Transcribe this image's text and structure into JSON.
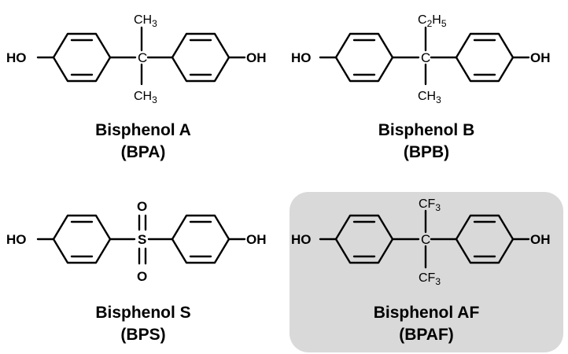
{
  "compounds": [
    {
      "id": "bpa",
      "name": "Bisphenol A",
      "abbr": "(BPA)",
      "center": "C",
      "left_group": "HO",
      "right_group": "OH",
      "top_sub": "CH",
      "top_sub_num": "3",
      "bottom_sub": "CH",
      "bottom_sub_num": "3",
      "highlighted": false
    },
    {
      "id": "bpb",
      "name": "Bisphenol B",
      "abbr": "(BPB)",
      "center": "C",
      "left_group": "HO",
      "right_group": "OH",
      "top_sub": "C",
      "top_sub_num": "2",
      "top_sub_tail": "H",
      "top_sub_num2": "5",
      "bottom_sub": "CH",
      "bottom_sub_num": "3",
      "highlighted": false
    },
    {
      "id": "bps",
      "name": "Bisphenol S",
      "abbr": "(BPS)",
      "center": "S",
      "left_group": "HO",
      "right_group": "OH",
      "top_sub": "O",
      "bottom_sub": "O",
      "highlighted": false
    },
    {
      "id": "bpaf",
      "name": "Bisphenol AF",
      "abbr": "(BPAF)",
      "center": "C",
      "left_group": "HO",
      "right_group": "OH",
      "top_sub": "CF",
      "top_sub_num": "3",
      "bottom_sub": "CF",
      "bottom_sub_num": "3",
      "highlighted": true
    }
  ],
  "colors": {
    "highlight_bg": "#d9d9d9",
    "ink": "#000000",
    "background": "#ffffff"
  }
}
